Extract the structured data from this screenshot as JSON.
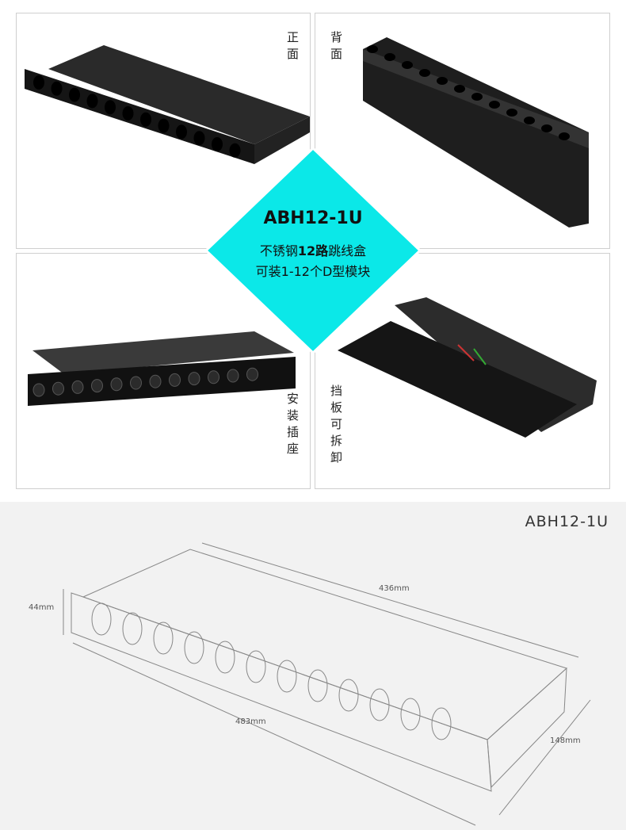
{
  "panels": {
    "front": {
      "label": "正面"
    },
    "back": {
      "label": "背面"
    },
    "sockets": {
      "label": "安装插座"
    },
    "cover": {
      "label": "挡板可拆卸"
    }
  },
  "center": {
    "model": "ABH12-1U",
    "line1_a": "不锈钢",
    "line1_b": "12路",
    "line1_c": "跳线盒",
    "line2": "可装1-12个D型模块",
    "color": "#0be8e8"
  },
  "drawing": {
    "model": "ABH12-1U",
    "height": "44mm",
    "depth_top": "436mm",
    "width": "483mm",
    "depth": "148mm"
  }
}
